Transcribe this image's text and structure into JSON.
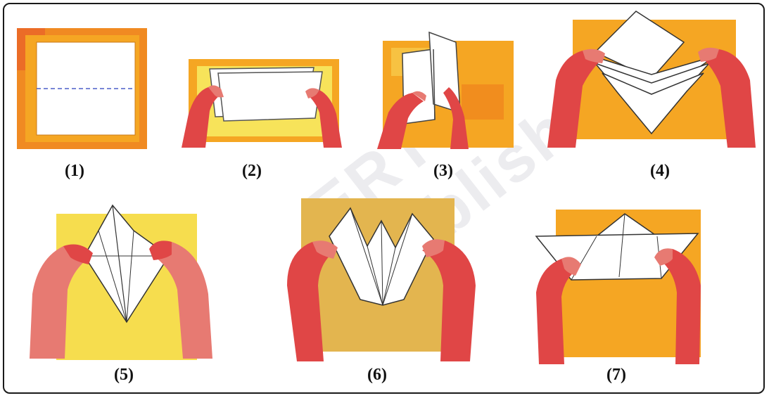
{
  "figure": {
    "watermark": "ERT Published",
    "steps": [
      {
        "label": "(1)"
      },
      {
        "label": "(2)"
      },
      {
        "label": "(3)"
      },
      {
        "label": "(4)"
      },
      {
        "label": "(5)"
      },
      {
        "label": "(6)"
      },
      {
        "label": "(7)"
      }
    ]
  },
  "colors": {
    "orange_paper": "#f5a623",
    "deep_orange": "#ee7d1a",
    "yellow_paper": "#f7e35a",
    "ochre_paper": "#d9a53a",
    "hand_red": "#e04646",
    "hand_pink": "#e77a72",
    "fold_line": "#4b5fc8"
  }
}
